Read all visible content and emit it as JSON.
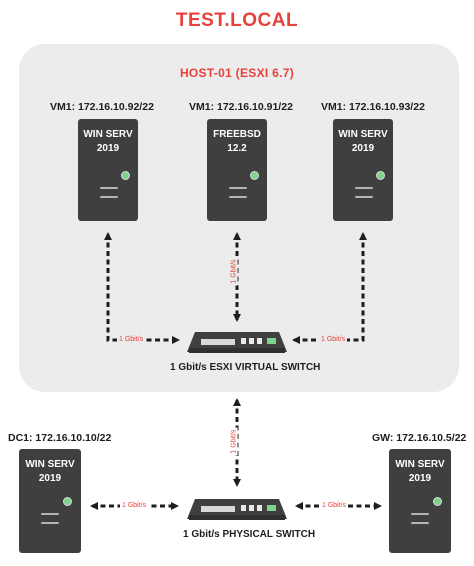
{
  "title": "TEST.LOCAL",
  "host": {
    "title": "HOST-01 (ESXI 6.7)",
    "vms": [
      {
        "label": "VM1: 172.16.10.92/22",
        "os_line1": "WIN SERV",
        "os_line2": "2019"
      },
      {
        "label": "VM1: 172.16.10.91/22",
        "os_line1": "FREEBSD",
        "os_line2": "12.2"
      },
      {
        "label": "VM1: 172.16.10.93/22",
        "os_line1": "WIN SERV",
        "os_line2": "2019"
      }
    ],
    "switch_label": "1 Gbit/s ESXI VIRTUAL SWITCH",
    "link_speed_left": "1 Gbit/s",
    "link_speed_center": "1 Gbit/s",
    "link_speed_right": "1 Gbit/s"
  },
  "uplink_speed": "1 Gbit/s",
  "physical": {
    "switch_label": "1 Gbit/s PHYSICAL SWITCH",
    "dc": {
      "label": "DC1: 172.16.10.10/22",
      "os_line1": "WIN SERV",
      "os_line2": "2019"
    },
    "gw": {
      "label": "GW: 172.16.10.5/22",
      "os_line1": "WIN SERV",
      "os_line2": "2019"
    },
    "link_speed_left": "1 Gbit/s",
    "link_speed_right": "1 Gbit/s"
  },
  "colors": {
    "accent": "#e8413c",
    "server": "#3f3f3f",
    "host_bg": "#ececec",
    "led": "#7fd38b"
  }
}
